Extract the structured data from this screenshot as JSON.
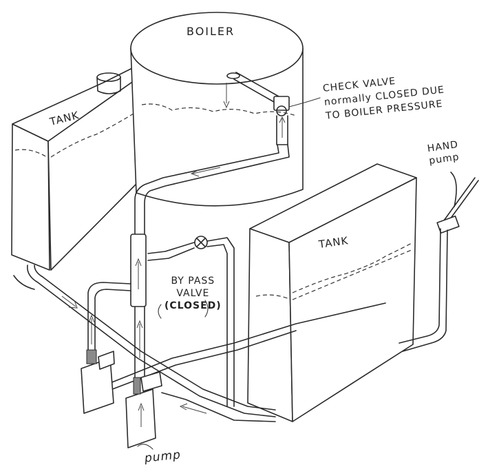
{
  "labels": {
    "boiler": "BOILER",
    "tank_left": "TANK",
    "tank_right": "TANK",
    "check_valve": {
      "line1": "CHECK VALVE",
      "line2": "normally CLOSED DUE",
      "line3": "TO BOILER PRESSURE"
    },
    "hand_pump": {
      "line1": "HAND",
      "line2": "pump"
    },
    "bypass_valve": {
      "line1": "BY PASS",
      "line2": "VALVE",
      "line3": "(CLOSED)"
    },
    "pump": "pump"
  }
}
